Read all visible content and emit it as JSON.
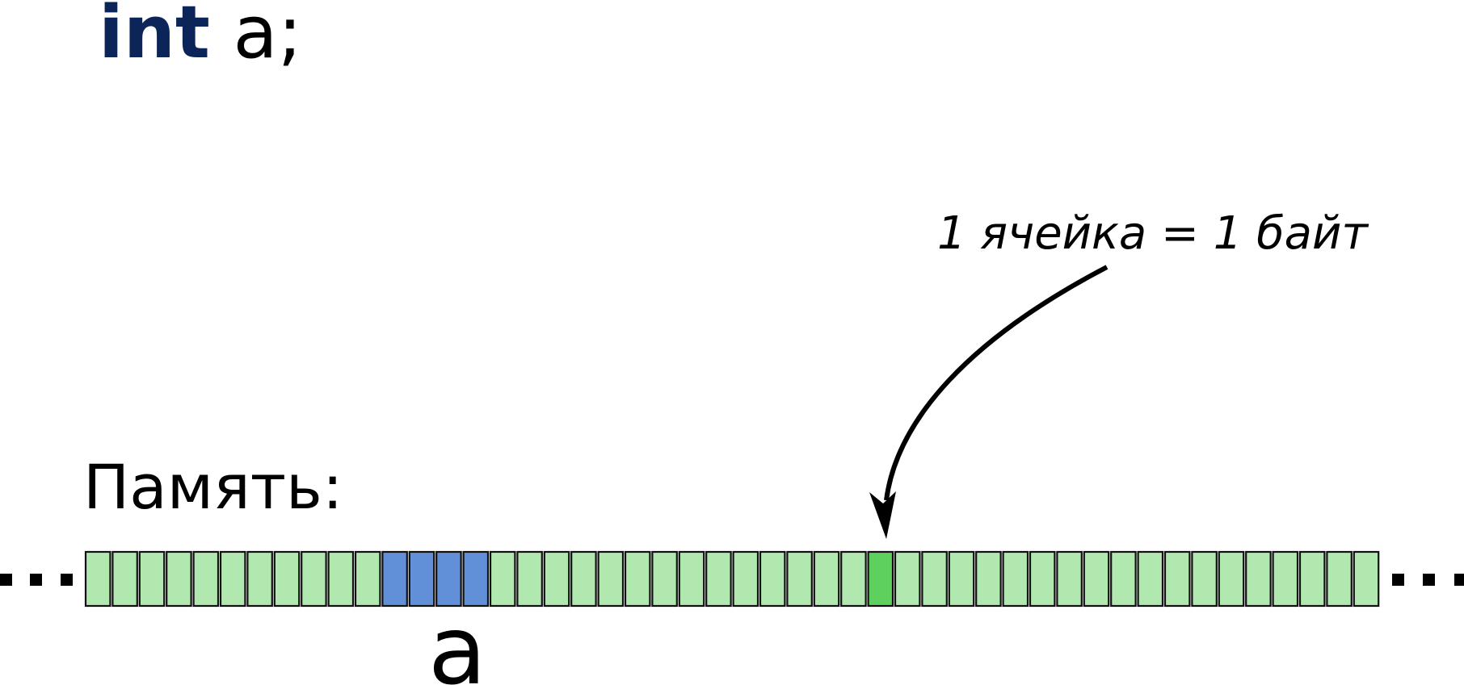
{
  "code": {
    "keyword": "int",
    "rest": " a;"
  },
  "memory_label": "Память:",
  "cell_note": "1 ячейка = 1 байт",
  "ellipsis_left": "...",
  "ellipsis_right": "...",
  "variable_label": "a",
  "cells": {
    "count": 48,
    "variable_cells": [
      11,
      12,
      13,
      14
    ],
    "highlighted_cell": 29
  },
  "colors": {
    "keyword": "#0b2558",
    "text": "#000000",
    "cell_default": "#b0e8b0",
    "cell_variable": "#6290d8",
    "cell_highlighted": "#5ed05e",
    "cell_border": "#111111"
  }
}
